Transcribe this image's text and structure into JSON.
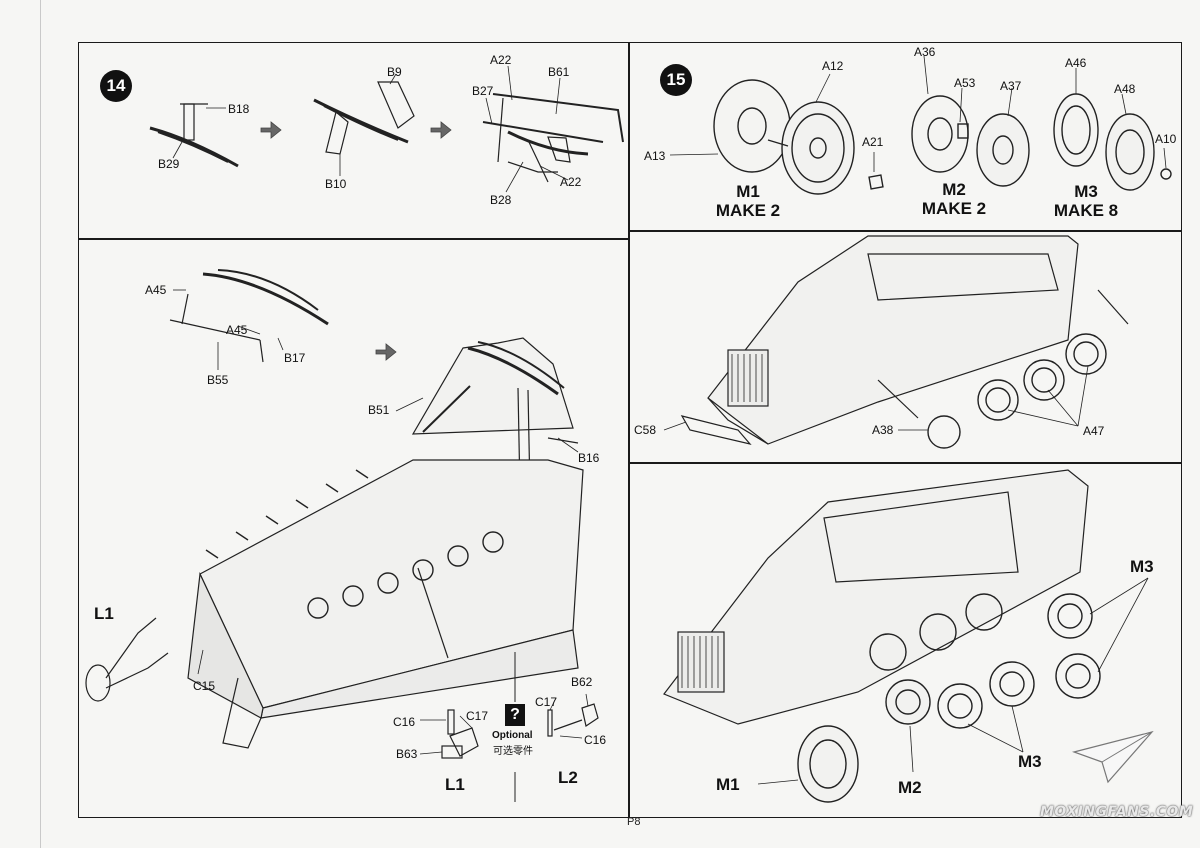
{
  "page_number": "P8",
  "steps": {
    "s14": {
      "number": "14",
      "top_labels": [
        "B18",
        "B29",
        "B10",
        "B9",
        "A22",
        "B61",
        "B27",
        "B28",
        "A22"
      ],
      "main_labels": [
        "A45",
        "A45",
        "B17",
        "B55",
        "B51",
        "B16",
        "C15",
        "L1"
      ],
      "optional": {
        "mark": "?",
        "title": "Optional",
        "title_cn": "可选零件",
        "l1": {
          "name": "L1",
          "labels": [
            "C16",
            "C17",
            "B63"
          ]
        },
        "l2": {
          "name": "L2",
          "labels": [
            "C17",
            "B62",
            "C16"
          ]
        }
      }
    },
    "s15": {
      "number": "15",
      "labels": [
        "A12",
        "A13",
        "A21",
        "A36",
        "A53",
        "A37",
        "A46",
        "A48",
        "A10"
      ],
      "groups": [
        {
          "code": "M1",
          "make": "MAKE 2"
        },
        {
          "code": "M2",
          "make": "MAKE 2"
        },
        {
          "code": "M3",
          "make": "MAKE 8"
        }
      ],
      "mid_labels": [
        "C58",
        "A38",
        "A47"
      ],
      "bottom_labels": [
        "M1",
        "M2",
        "M3",
        "M3"
      ]
    }
  },
  "watermark": "MOXINGFANS.COM"
}
